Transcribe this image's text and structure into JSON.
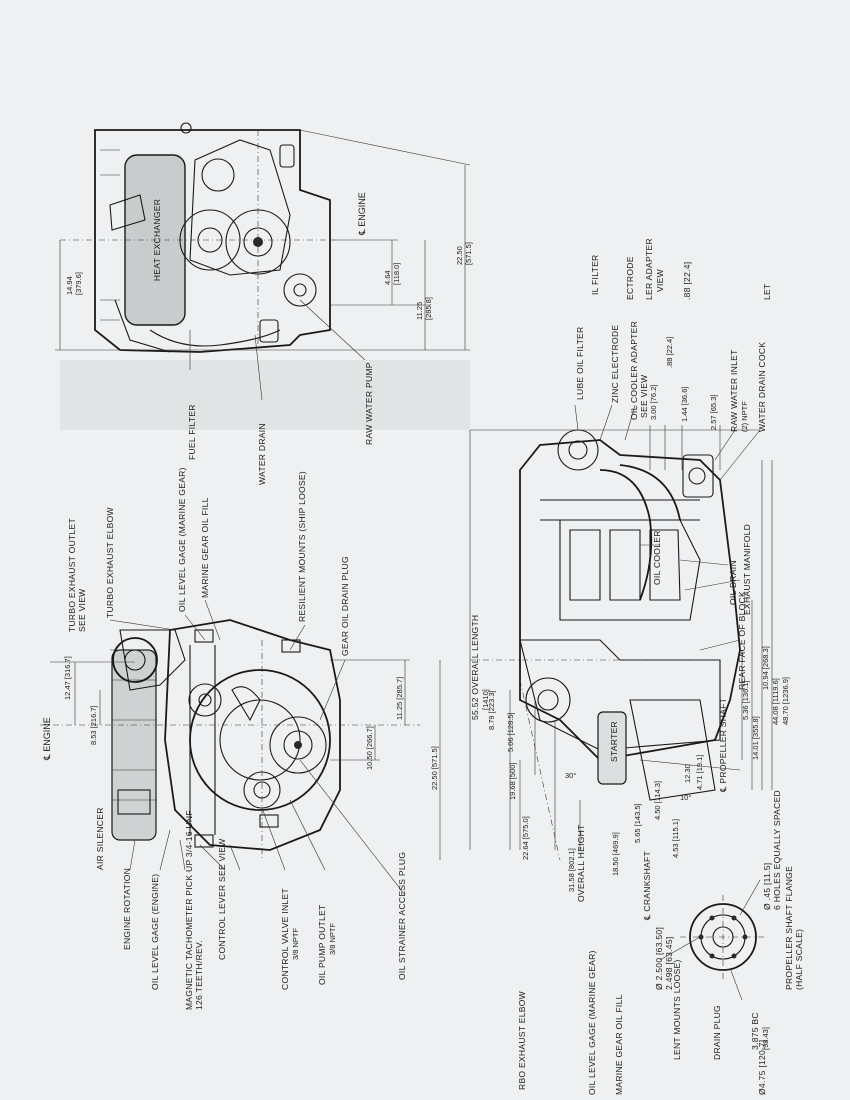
{
  "top_view": {
    "labels": {
      "heat_exchanger": "HEAT EXCHANGER",
      "engine_cl": "℄ ENGINE",
      "fuel_filter": "FUEL FILTER",
      "water_drain": "WATER DRAIN",
      "raw_water_pump": "RAW WATER PUMP"
    },
    "dims": {
      "d1494": "14.94",
      "d1494m": "[379.6]",
      "d464": "4.64",
      "d464m": "[118.0]",
      "d1125": "11.25",
      "d1125m": "[285.8]",
      "d2250": "22.50",
      "d2250m": "[571.5]"
    }
  },
  "right_fragments": {
    "il_filter": "IL FILTER",
    "ectrode": "ECTRODE",
    "ler_adapter": "LER ADAPTER",
    "view": "VIEW",
    "d88": ".88 [22.4]",
    "let": "LET"
  },
  "side_view": {
    "labels": {
      "lube_oil_filter": "LUBE OIL FILTER",
      "zinc_electrode": "ZINC ELECTRODE",
      "oil_cooler_adapter": "OIL COOLER ADAPTER",
      "see_view": "SEE VIEW",
      "raw_water_inlet": "RAW WATER INLET",
      "raw_water_inlet_size": "(2) NPTF",
      "water_drain_cock": "WATER DRAIN COCK",
      "oil_drain": "OIL DRAIN",
      "exhaust_manifold": "EXHAUST MANIFOLD",
      "oil_cooler": "OIL COOLER",
      "rear_face_of_block": "REAR FACE OF BLOCK",
      "starter": "STARTER",
      "overall_length": "55.52 OVERALL LENGTH",
      "overall_length_mm": "[1410]",
      "propeller_shaft": "℄ PROPELLER SHAFT",
      "crankshaft": "℄ CRANKSHAFT",
      "overall_height": "OVERALL HEIGHT"
    },
    "dims": {
      "d300": "3.00 [76.2]",
      "d088": ".88 [22.4]",
      "d144": "1.44 [36.6]",
      "d257": "2.57 [65.3]",
      "d879": "8.79 [223.3]",
      "d506": "5.06 [128.5]",
      "d1968": "19.68 [500]",
      "d2264": "22.64 [575.0]",
      "d3158": "31.58 [802.1]",
      "d1850": "18.50 [469.9]",
      "d565": "5.65 [143.5]",
      "d450": "4.50 [114.3]",
      "d453": "4.53 [115.1]",
      "d471": "4.71 [19.1]",
      "d1230": "12.30",
      "d536": "5.36 [136.1]",
      "d1401": "14.01 [355.8]",
      "d1094": "10.94 [268.3]",
      "d4408": "44.08 [1119.6]",
      "d4870": "48.70 [1236.9]",
      "ang30": "30°",
      "ang10": "10°"
    }
  },
  "flange": {
    "title": "PROPELLER SHAFT FLANGE",
    "scale": "(HALF SCALE)",
    "bore": "Ø 2.500 [63.50]",
    "bore2": "2.498 [63.45]",
    "holes": "Ø .45 [11.5]",
    "holes2": "6 HOLES EQUALLY SPACED",
    "bc": "3.875 BC",
    "bc2": "[98.43]",
    "od": "Ø4.75 [120.7]"
  },
  "front_view": {
    "labels": {
      "turbo_exhaust_outlet": "TURBO EXHAUST OUTLET",
      "turbo_see_view": "SEE VIEW",
      "turbo_exhaust_elbow": "TURBO EXHAUST ELBOW",
      "oil_level_gage_marine": "OIL LEVEL GAGE (MARINE GEAR)",
      "marine_gear_oil_fill": "MARINE GEAR OIL FILL",
      "resilient_mounts": "RESILIENT MOUNTS (SHIP LOOSE)",
      "gear_oil_drain_plug": "GEAR OIL DRAIN PLUG",
      "engine_cl": "℄ ENGINE",
      "air_silencer": "AIR SILENCER",
      "engine_rotation": "ENGINE ROTATION",
      "oil_level_gage_engine": "OIL LEVEL GAGE (ENGINE)",
      "magnetic_tach": "MAGNETIC TACHOMETER PICK UP 3/4-16 UNF",
      "magnetic_tach2": "126 TEETH/REV.",
      "control_lever": "CONTROL LEVER SEE VIEW",
      "control_valve_inlet": "CONTROL VALVE INLET",
      "cv_size": "3/8 NPTF",
      "oil_pump_outlet": "OIL PUMP OUTLET",
      "op_size": "3/8 NPTF",
      "oil_strainer": "OIL STRAINER ACCESS PLUG"
    },
    "dims": {
      "d1247": "12.47 [316.7]",
      "d853": "8.53 [216.7]",
      "d1125": "11.25 [285.7]",
      "d1050": "10.50 [266.7]",
      "d2250": "22.50 [571.5]"
    }
  },
  "bottom_fragments": {
    "rbo_elbow": "RBO EXHAUST ELBOW",
    "oil_level": "OIL LEVEL GAGE (MARINE GEAR)",
    "marine_fill": "MARINE GEAR OIL FILL",
    "lent_mounts": "LENT MOUNTS LOOSE)",
    "drain_plug": "DRAIN PLUG"
  }
}
